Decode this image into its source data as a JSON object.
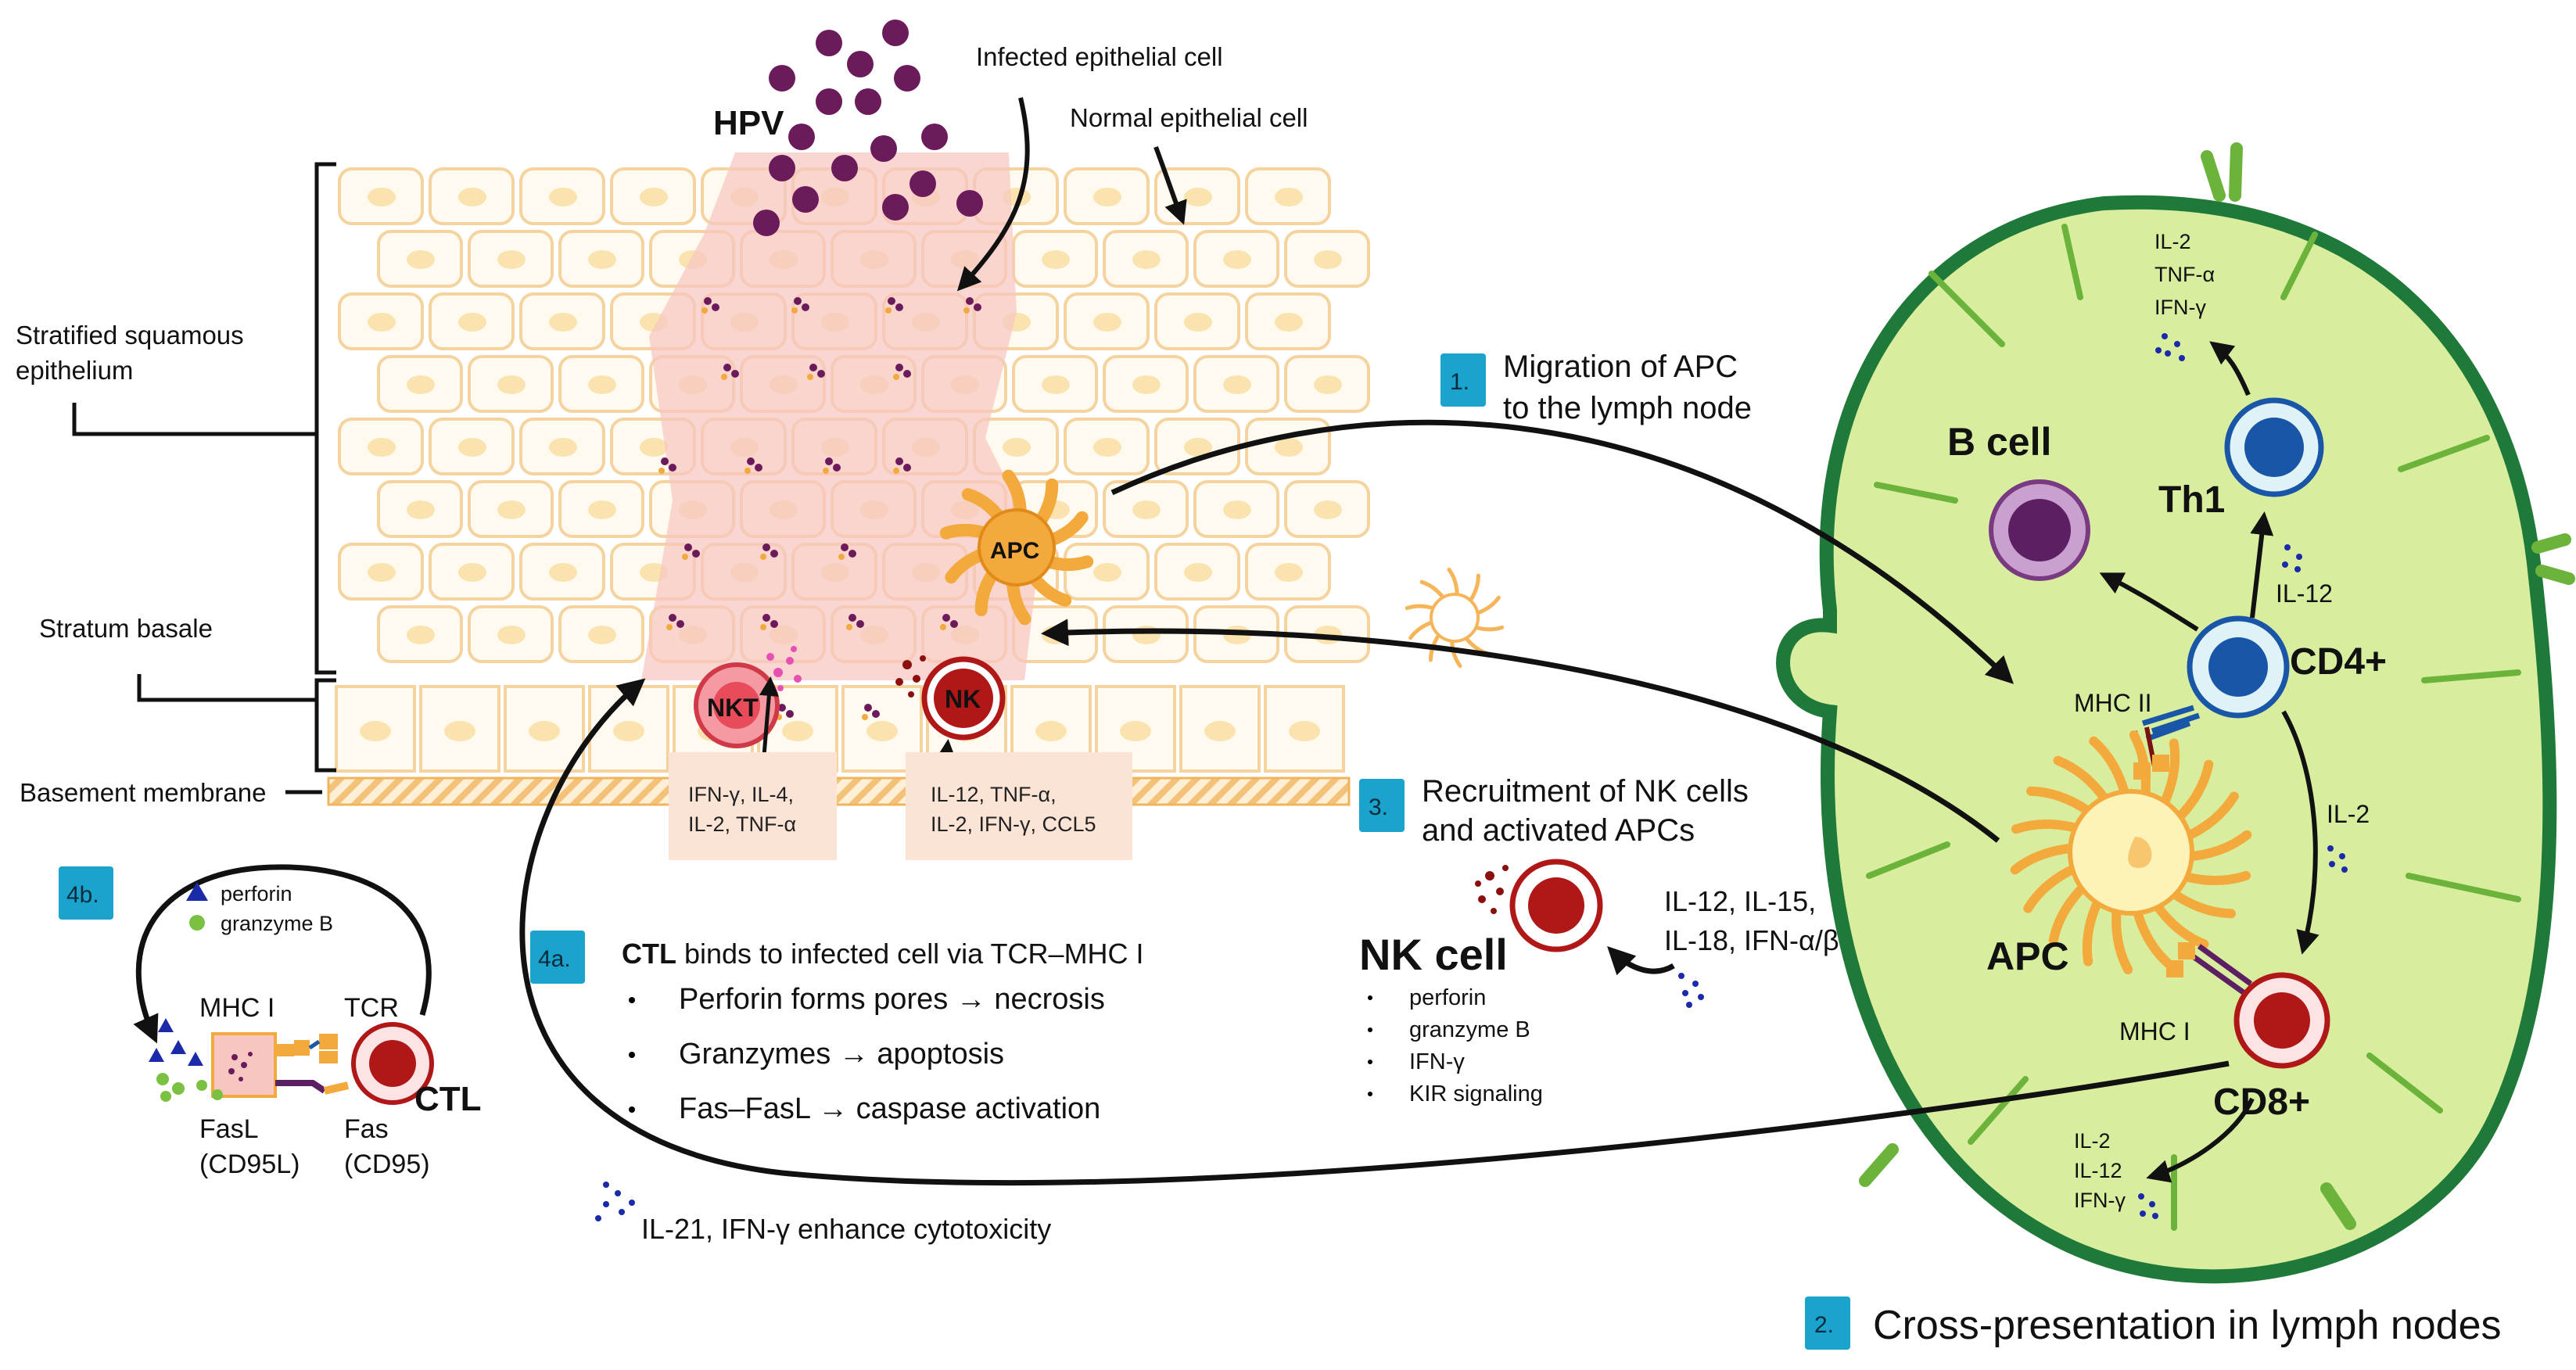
{
  "top": {
    "hpv": "HPV",
    "infected_cell": "Infected epithelial cell",
    "normal_cell": "Normal epithelial cell"
  },
  "tissue": {
    "stratified_l1": "Stratified squamous",
    "stratified_l2": "epithelium",
    "stratum_basale": "Stratum basale",
    "basement_membrane": "Basement membrane",
    "apc_label": "APC",
    "nkt_label": "NKT",
    "nk_label": "NK",
    "nkt_cyt_l1": "IFN-γ, IL-4,",
    "nkt_cyt_l2": "IL-2, TNF-α",
    "nk_cyt_l1": "IL-12, TNF-α,",
    "nk_cyt_l2": "IL-2, IFN-γ, CCL5"
  },
  "steps": {
    "s1_num": "1.",
    "s1_l1": "Migration of APC",
    "s1_l2": "to the lymph node",
    "s2_num": "2.",
    "s2_text": "Cross-presentation in lymph nodes",
    "s3_num": "3.",
    "s3_l1": "Recruitment of NK cells",
    "s3_l2": "and activated APCs",
    "s4a_num": "4a.",
    "s4b_num": "4b."
  },
  "lymph_node": {
    "b_cell": "B cell",
    "th1": "Th1",
    "th1_cyt": [
      "IL-2",
      "TNF-α",
      "IFN-γ"
    ],
    "il12": "IL-12",
    "cd4": "CD4+",
    "mhc2": "MHC II",
    "il2": "IL-2",
    "apc": "APC",
    "mhc1": "MHC I",
    "cd8": "CD8+",
    "cd8_cyt": [
      "IL-2",
      "IL-12",
      "IFN-γ"
    ]
  },
  "nk_cell": {
    "title": "NK cell",
    "stim_l1": "IL-12, IL-15,",
    "stim_l2": "IL-18, IFN-α/β",
    "bullets": [
      "perforin",
      "granzyme B",
      "IFN-γ",
      "KIR signaling"
    ]
  },
  "ctl_box": {
    "title_bold": "CTL",
    "title_rest": " binds to infected cell via TCR–MHC I",
    "bullets": [
      "Perforin forms pores → necrosis",
      "Granzymes → apoptosis",
      "Fas–FasL → caspase activation"
    ],
    "footer": "IL-21, IFN-γ enhance cytotoxicity"
  },
  "ctl_detail": {
    "legend_perforin": "perforin",
    "legend_granzyme": "granzyme B",
    "mhc1": "MHC I",
    "tcr": "TCR",
    "ctl": "CTL",
    "fasl_l1": "FasL",
    "fasl_l2": "(CD95L)",
    "fas_l1": "Fas",
    "fas_l2": "(CD95)"
  },
  "colors": {
    "lymph_fill": "#d8ee9e",
    "lymph_border": "#1f7a3a",
    "apc_orange": "#f4a93c",
    "nk_red": "#b01818",
    "infected_pink": "#f7c6c0",
    "badge_blue": "#1aa3cc",
    "cd4_blue": "#1a56a8",
    "bcell_purple": "#5d1f63",
    "hpv_purple": "#6b1a5a"
  }
}
